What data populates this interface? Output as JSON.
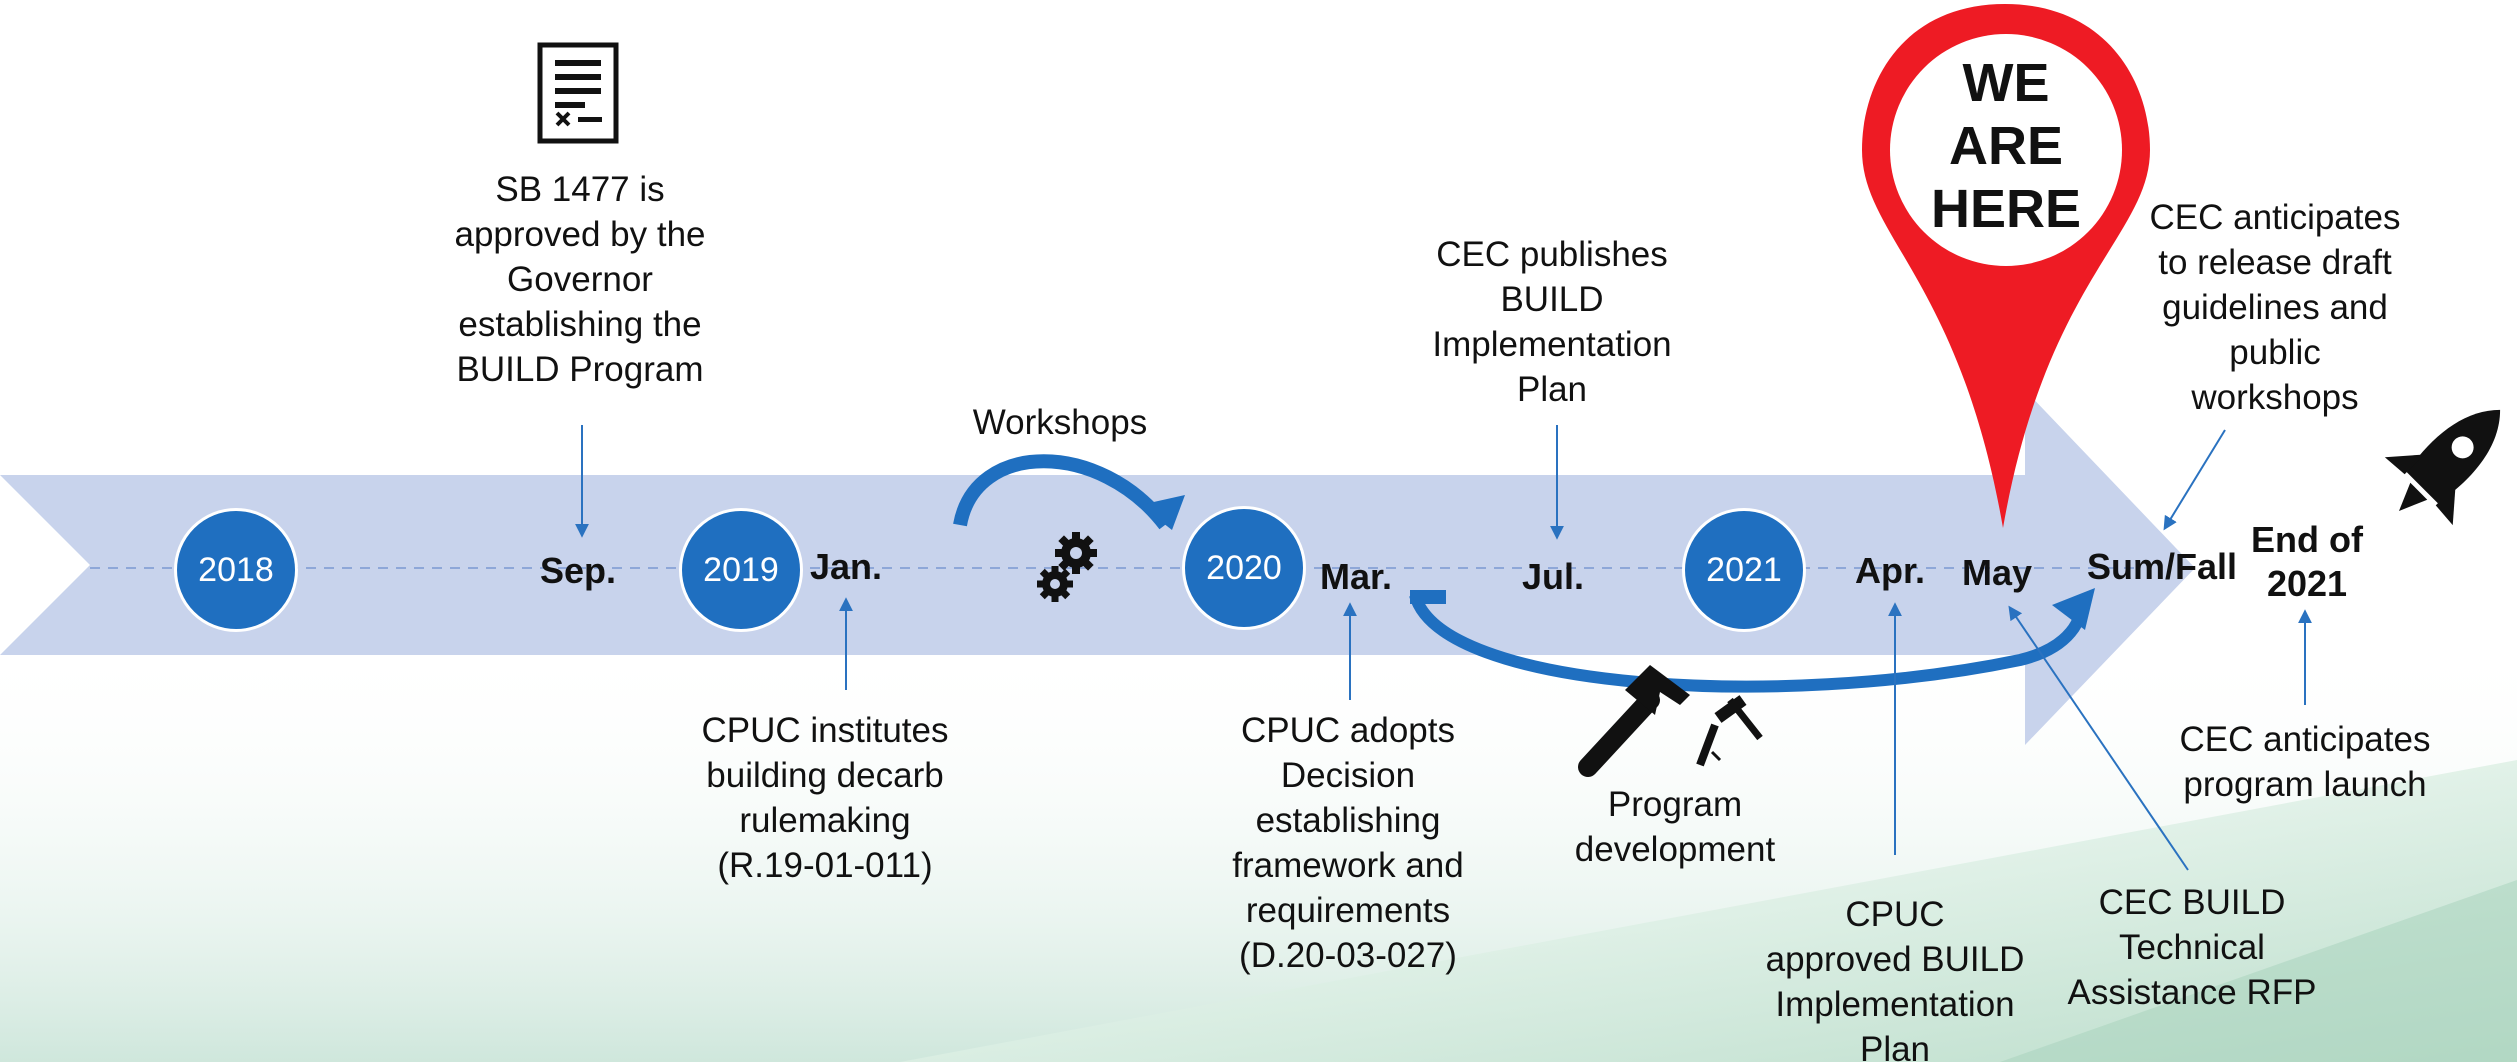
{
  "colors": {
    "band": "#c8d3ec",
    "circle": "#1f6fc0",
    "arrow": "#1f6fc0",
    "pin": "#ee1b24",
    "green_wash": "#d8ece0"
  },
  "years": [
    "2018",
    "2019",
    "2020",
    "2021"
  ],
  "months": {
    "sep": "Sep.",
    "jan": "Jan.",
    "mar": "Mar.",
    "jul": "Jul.",
    "apr": "Apr.",
    "may": "May",
    "sumfall": "Sum/Fall",
    "end": [
      "End of",
      "2021"
    ]
  },
  "events": {
    "sb1477": [
      "SB 1477 is",
      "approved by the",
      "Governor",
      "establishing the",
      "BUILD Program"
    ],
    "workshops": "Workshops",
    "cec_plan": [
      "CEC publishes",
      "BUILD",
      "Implementation",
      "Plan"
    ],
    "cec_draft": [
      "CEC anticipates",
      "to release draft",
      "guidelines and",
      "public",
      "workshops"
    ],
    "cpuc_rulemaking": [
      "CPUC institutes",
      "building decarb",
      "rulemaking",
      "(R.19-01-011)"
    ],
    "cpuc_decision": [
      "CPUC adopts",
      "Decision",
      "establishing",
      "framework and",
      "requirements",
      "(D.20-03-027)"
    ],
    "program_dev": [
      "Program",
      "development"
    ],
    "cpuc_approved": [
      "CPUC",
      "approved BUILD",
      "Implementation",
      "Plan"
    ],
    "cec_rfp": [
      "CEC BUILD",
      "Technical",
      "Assistance RFP"
    ],
    "cec_launch": [
      "CEC anticipates",
      "program launch"
    ]
  },
  "pin": {
    "text": [
      "WE",
      "ARE",
      "HERE"
    ]
  },
  "icons": {
    "document": "document-icon",
    "gears": "gears-icon",
    "tools": "hammer-nail-icon",
    "rocket": "rocket-icon",
    "pin": "location-pin-icon"
  }
}
